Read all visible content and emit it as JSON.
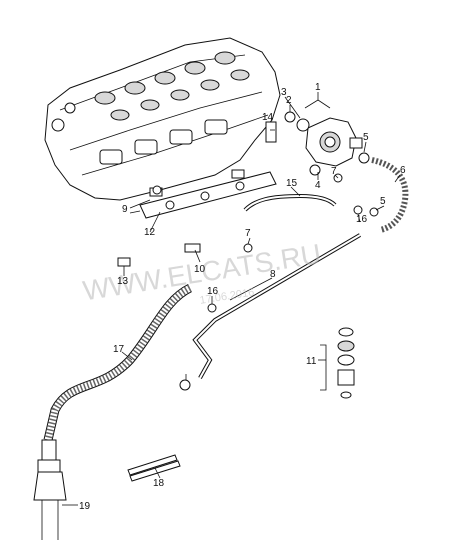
{
  "watermark": {
    "site": "WWW.ELCATS.RU",
    "date": "17.06.2016"
  },
  "callouts": [
    {
      "id": "1",
      "text": "1"
    },
    {
      "id": "2",
      "text": "2"
    },
    {
      "id": "3",
      "text": "3"
    },
    {
      "id": "4",
      "text": "4"
    },
    {
      "id": "5a",
      "text": "5"
    },
    {
      "id": "5b",
      "text": "5"
    },
    {
      "id": "6",
      "text": "6"
    },
    {
      "id": "7a",
      "text": "7"
    },
    {
      "id": "7b",
      "text": "7"
    },
    {
      "id": "8",
      "text": "8"
    },
    {
      "id": "9",
      "text": "9"
    },
    {
      "id": "10",
      "text": "10"
    },
    {
      "id": "11",
      "text": "11"
    },
    {
      "id": "12",
      "text": "12"
    },
    {
      "id": "13",
      "text": "13"
    },
    {
      "id": "14",
      "text": "14"
    },
    {
      "id": "15",
      "text": "15"
    },
    {
      "id": "16a",
      "text": "16"
    },
    {
      "id": "16b",
      "text": "16"
    },
    {
      "id": "17",
      "text": "17"
    },
    {
      "id": "18",
      "text": "18"
    },
    {
      "id": "19",
      "text": "19"
    }
  ]
}
